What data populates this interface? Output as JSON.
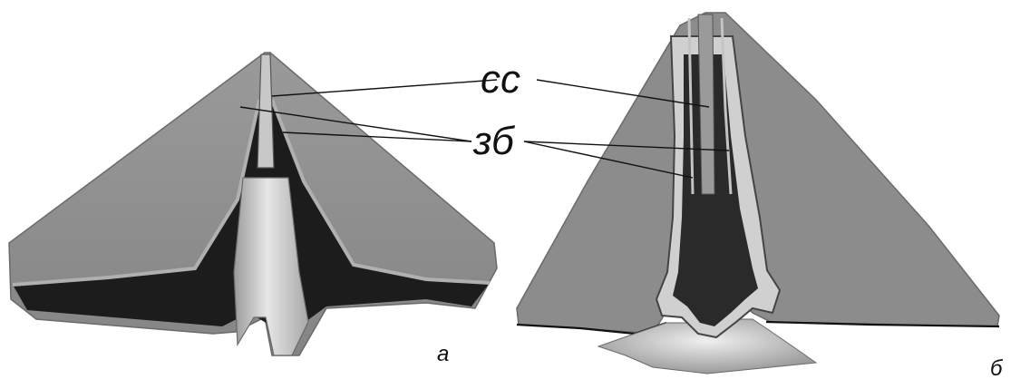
{
  "labels": {
    "cc": "сс",
    "zb": "зб",
    "panel_a": "а",
    "panel_b": "б"
  },
  "colors": {
    "background": "#ffffff",
    "outer_gray": "#8c8c8c",
    "dark_cavity": "#1c1c1c",
    "light_core": "#d9d9d9",
    "outline": "#111111"
  }
}
